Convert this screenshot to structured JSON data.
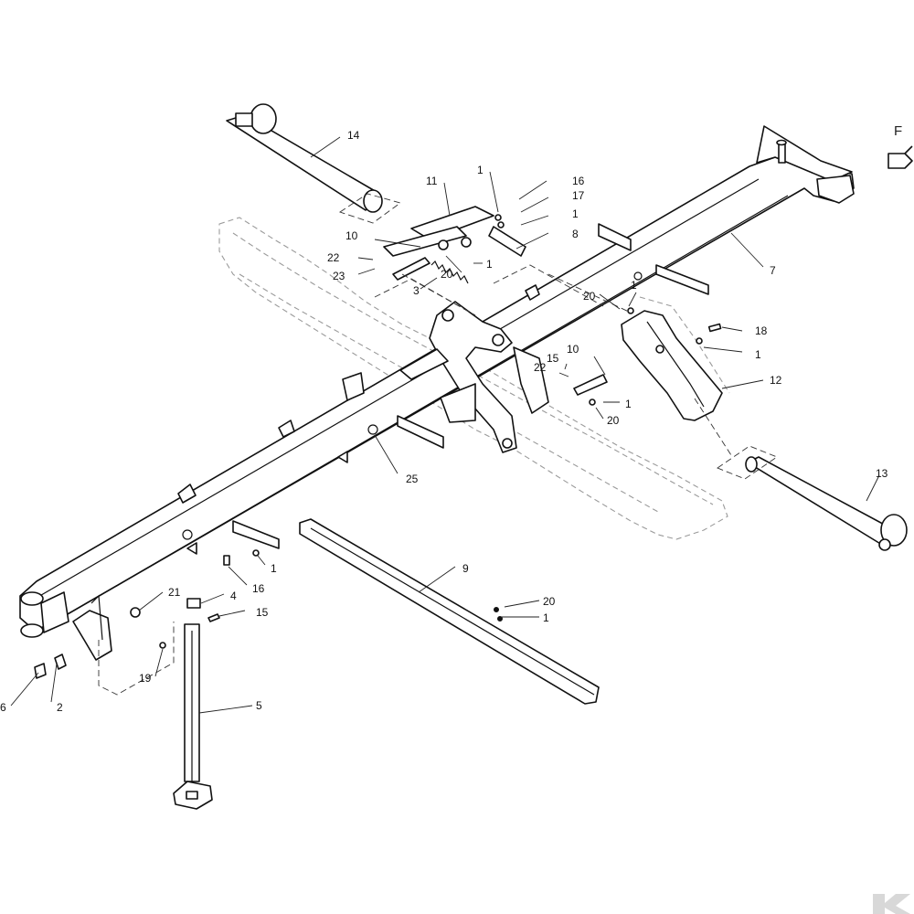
{
  "view_marker": {
    "letter": "F",
    "icon": "direction-arrow-icon"
  },
  "callouts": [
    {
      "id": "c14",
      "label": "14"
    },
    {
      "id": "c11",
      "label": "11"
    },
    {
      "id": "c1a",
      "label": "1"
    },
    {
      "id": "c16a",
      "label": "16"
    },
    {
      "id": "c17",
      "label": "17"
    },
    {
      "id": "c1b",
      "label": "1"
    },
    {
      "id": "c10a",
      "label": "10"
    },
    {
      "id": "c8",
      "label": "8"
    },
    {
      "id": "c22a",
      "label": "22"
    },
    {
      "id": "c23",
      "label": "23"
    },
    {
      "id": "c1c",
      "label": "1"
    },
    {
      "id": "c20a",
      "label": "20"
    },
    {
      "id": "c3",
      "label": "3"
    },
    {
      "id": "c7",
      "label": "7"
    },
    {
      "id": "c20b",
      "label": "20"
    },
    {
      "id": "c1d",
      "label": "1"
    },
    {
      "id": "c18",
      "label": "18"
    },
    {
      "id": "c1e",
      "label": "1"
    },
    {
      "id": "c10b",
      "label": "10"
    },
    {
      "id": "c15a",
      "label": "15"
    },
    {
      "id": "c22b",
      "label": "22"
    },
    {
      "id": "c12",
      "label": "12"
    },
    {
      "id": "c1f",
      "label": "1"
    },
    {
      "id": "c20c",
      "label": "20"
    },
    {
      "id": "c25",
      "label": "25"
    },
    {
      "id": "c13",
      "label": "13"
    },
    {
      "id": "c9",
      "label": "9"
    },
    {
      "id": "c1g",
      "label": "1"
    },
    {
      "id": "c16b",
      "label": "16"
    },
    {
      "id": "c21",
      "label": "21"
    },
    {
      "id": "c4",
      "label": "4"
    },
    {
      "id": "c15b",
      "label": "15"
    },
    {
      "id": "c20d",
      "label": "20"
    },
    {
      "id": "c1h",
      "label": "1"
    },
    {
      "id": "c19",
      "label": "19"
    },
    {
      "id": "c6",
      "label": "6"
    },
    {
      "id": "c2",
      "label": "2"
    },
    {
      "id": "c5",
      "label": "5"
    }
  ],
  "brand_mark": {
    "icon": "brand-k-logo-icon"
  }
}
